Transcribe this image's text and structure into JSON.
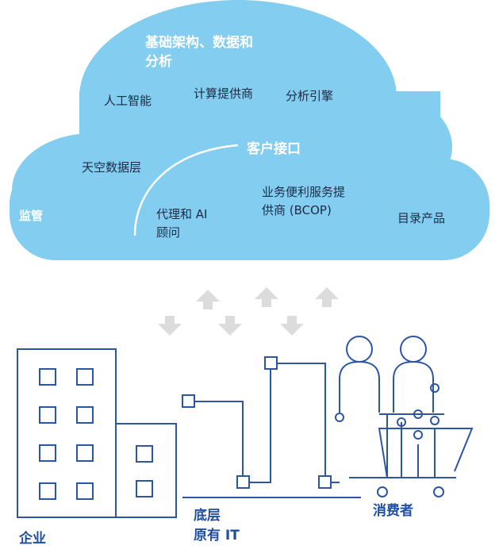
{
  "cloud": {
    "title_line1": "基础架构、数据和",
    "title_line2": "分析",
    "ai": "人工智能",
    "compute": "计算提供商",
    "analytics": "分析引擎",
    "space_data": "天空数据层",
    "customer_interface": "客户接口",
    "regulation": "监管",
    "agent_line1": "代理和 AI",
    "agent_line2": "顾问",
    "bcop_line1": "业务便利服务提",
    "bcop_line2": "供商 (BCOP)",
    "catalog": "目录产品"
  },
  "bottom": {
    "enterprise": "企业",
    "legacy_line1": "底层",
    "legacy_line2": "原有 IT",
    "consumer": "消费者"
  },
  "colors": {
    "cloud": "#83cdf0",
    "line_blue": "#2d55a3",
    "arrow_gray": "#dcdcdc",
    "label_blue": "#1f4fa0"
  }
}
